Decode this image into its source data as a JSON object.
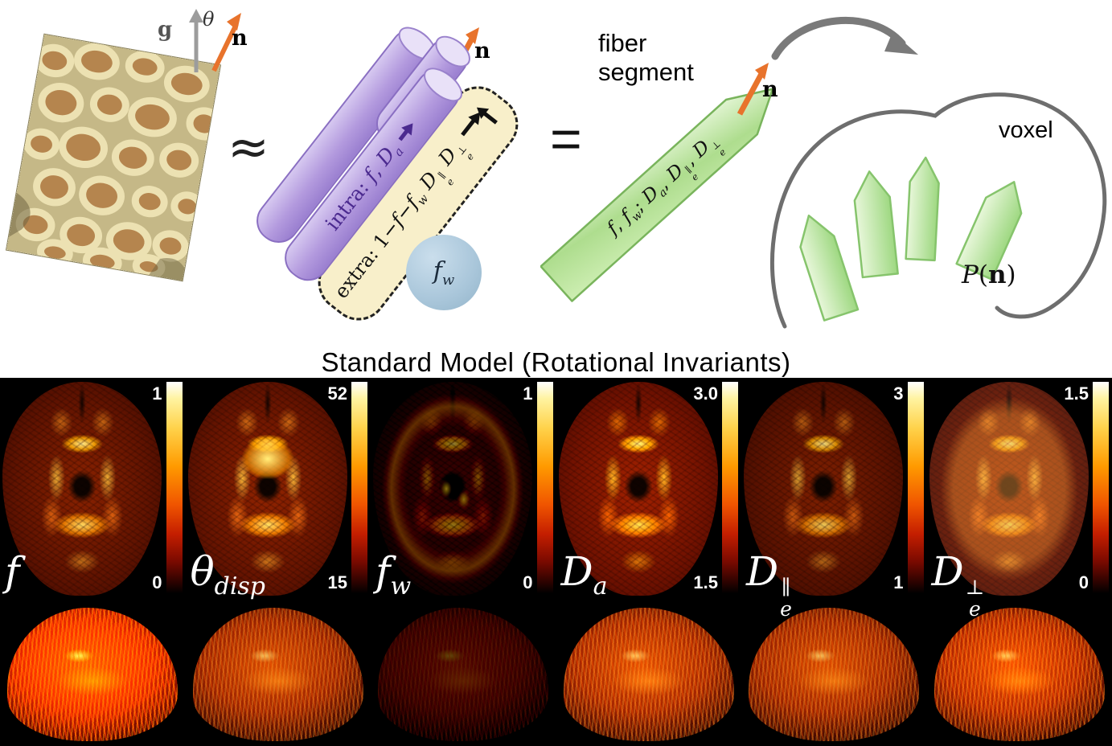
{
  "title": "Standard Model (Rotational Invariants)",
  "colors": {
    "diagram_background": "#ffffff",
    "map_background": "#000000",
    "colorbar_top": "#ffffff",
    "colorbar_mid": "#ff8a00",
    "colorbar_bottom": "#000000",
    "intra_purple": "#b3a0de",
    "extra_cream": "#f8efca",
    "water_blue": "#a9c6da",
    "fiber_green": "#b5e298",
    "vector_orange": "#e8732c"
  },
  "diagram": {
    "approx_symbol": "≈",
    "equals_symbol": "=",
    "g_label": "g",
    "theta_label": "θ",
    "n_label": "n",
    "fiber_segment_label": "fiber segment",
    "voxel_label": "voxel",
    "intra_rich": [
      {
        "t": "intra: "
      },
      {
        "t": "f",
        "i": 1
      },
      {
        "t": ",  "
      },
      {
        "t": "D",
        "i": 1
      },
      {
        "t": "a",
        "i": 1,
        "sub": 1
      }
    ],
    "extra_rich": [
      {
        "t": "extra: 1−"
      },
      {
        "t": "f",
        "i": 1
      },
      {
        "t": "−"
      },
      {
        "t": "f",
        "i": 1
      },
      {
        "t": "w",
        "i": 1,
        "sub": 1
      },
      {
        "t": " "
      },
      {
        "t": "D",
        "i": 1
      },
      {
        "stack": 1,
        "sup": "∥",
        "sub": "e"
      },
      {
        "t": " "
      },
      {
        "t": "D",
        "i": 1
      },
      {
        "stack": 1,
        "sup": "⊥",
        "sub": "e"
      }
    ],
    "fw_rich": [
      {
        "t": "f",
        "i": 1
      },
      {
        "t": "w",
        "i": 1,
        "sub": 1
      }
    ],
    "segment_params_rich": [
      {
        "t": "f",
        "i": 1
      },
      {
        "t": ", "
      },
      {
        "t": "f",
        "i": 1
      },
      {
        "t": "w",
        "i": 1,
        "sub": 1
      },
      {
        "t": "; "
      },
      {
        "t": "D",
        "i": 1
      },
      {
        "t": "a",
        "i": 1,
        "sub": 1
      },
      {
        "t": ", "
      },
      {
        "t": "D",
        "i": 1
      },
      {
        "stack": 1,
        "sup": "∥",
        "sub": "e"
      },
      {
        "t": ", "
      },
      {
        "t": "D",
        "i": 1
      },
      {
        "stack": 1,
        "sup": "⊥",
        "sub": "e"
      }
    ],
    "pn_rich": [
      {
        "t": "P",
        "i": 1
      },
      {
        "t": "("
      },
      {
        "t": "n",
        "b": 1
      },
      {
        "t": ")"
      }
    ],
    "icons": {
      "g_arrow": "gray up arrow",
      "n_arrow": "orange up-right arrow",
      "intra_arrow": "purple axis arrow",
      "extra_arrows": "black parallel and perpendicular arrows",
      "transfer_arrow": "gray curved arrow",
      "voxel_outline": "gray blob outline",
      "axon_micrograph": "electron micrograph of axons"
    }
  },
  "maps": {
    "columns": [
      {
        "name": "f",
        "label_rich": [
          {
            "t": "f",
            "i": 1
          }
        ],
        "top_value": "1",
        "bottom_value": "0"
      },
      {
        "name": "theta_disp",
        "label_rich": [
          {
            "t": "θ",
            "i": 1
          },
          {
            "t": "disp",
            "i": 1,
            "sub": 1
          }
        ],
        "top_value": "52",
        "bottom_value": "15"
      },
      {
        "name": "f_w",
        "label_rich": [
          {
            "t": "f",
            "i": 1
          },
          {
            "t": "w",
            "i": 1,
            "sub": 1
          }
        ],
        "top_value": "1",
        "bottom_value": "0"
      },
      {
        "name": "D_a",
        "label_rich": [
          {
            "t": "D",
            "i": 1
          },
          {
            "t": "a",
            "i": 1,
            "sub": 1
          }
        ],
        "top_value": "3.0",
        "bottom_value": "1.5"
      },
      {
        "name": "D_e_parallel",
        "label_rich": [
          {
            "t": "D",
            "i": 1
          },
          {
            "stack": 1,
            "sup": "∥",
            "sub": "e"
          }
        ],
        "top_value": "3",
        "bottom_value": "1"
      },
      {
        "name": "D_e_perp",
        "label_rich": [
          {
            "t": "D",
            "i": 1
          },
          {
            "stack": 1,
            "sup": "⊥",
            "sub": "e"
          }
        ],
        "top_value": "1.5",
        "bottom_value": "0"
      }
    ]
  }
}
